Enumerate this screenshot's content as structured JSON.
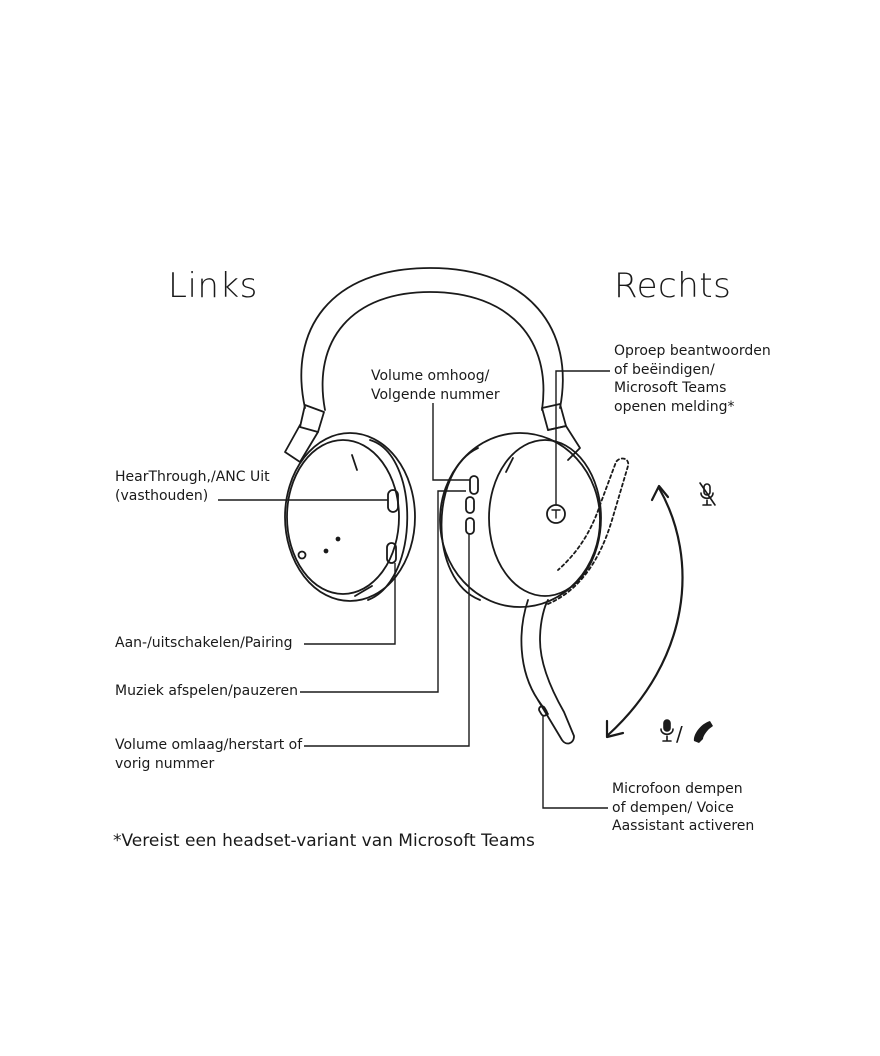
{
  "sides": {
    "left": "Links",
    "right": "Rechts"
  },
  "labels": {
    "hearthrough": "HearThrough,/ANC Uit\n(vasthouden)",
    "power_pairing": "Aan-/uitschakelen/Pairing",
    "play_pause": "Muziek afspelen/pauzeren",
    "volume_down": "Volume omlaag/herstart of\nvorig nummer",
    "volume_up": "Volume omhoog/\nVolgende nummer",
    "answer_call": "Oproep beantwoorden\nof beëindigen/\nMicrosoft Teams\nopenen melding*",
    "mic_mute": "Microfoon dempen\nof dempen/ Voice\nAassistant activeren"
  },
  "footnote": "*Vereist een headset-variant van Microsoft Teams",
  "icons": [
    "mic-muted-icon",
    "mic-icon",
    "phone-icon",
    "teams-logo-icon",
    "double-arrow-icon"
  ],
  "colors": {
    "line": "#1a1a1a",
    "background": "#ffffff"
  }
}
